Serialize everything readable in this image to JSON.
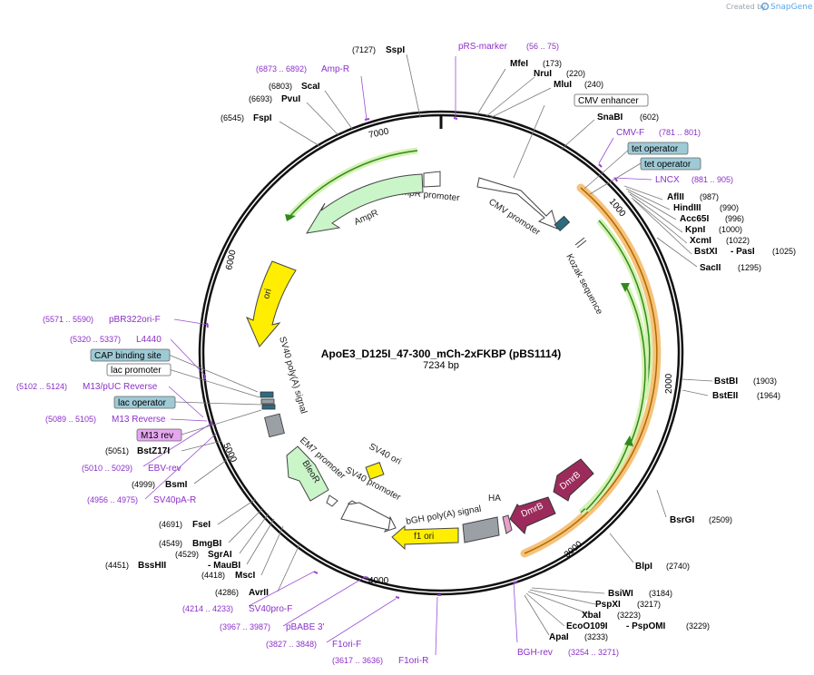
{
  "credit": {
    "prefix": "Created by",
    "brand": "SnapGene"
  },
  "plasmid": {
    "name": "ApoE3_D125I_47-300_mCh-2xFKBP (pBS1114)",
    "length": "7234 bp"
  },
  "ticks": [
    "1000",
    "2000",
    "3000",
    "4000",
    "5000",
    "6000",
    "7000"
  ],
  "features": {
    "ampr_promoter": "AmpR promoter",
    "ampr": "AmpR",
    "ori": "ori",
    "sv40_polya": "SV40 poly(A) signal",
    "em7": "EM7 promoter",
    "bleor": "BleoR",
    "sv40_promoter": "SV40 promoter",
    "sv40_ori": "SV40 ori",
    "bgh": "bGH poly(A) signal",
    "f1ori": "f1 ori",
    "ha": "HA",
    "dmrb1": "DmrB",
    "dmrb2": "DmrB",
    "cmv_promoter": "CMV promoter",
    "kozak": "Kozak sequence"
  },
  "enzymes": {
    "sspi": {
      "name": "SspI",
      "pos": "(7127)"
    },
    "scai": {
      "name": "ScaI",
      "pos": "(6803)"
    },
    "pvui": {
      "name": "PvuI",
      "pos": "(6693)"
    },
    "fspi": {
      "name": "FspI",
      "pos": "(6545)"
    },
    "mfei": {
      "name": "MfeI",
      "pos": "(173)"
    },
    "nrui": {
      "name": "NruI",
      "pos": "(220)"
    },
    "mlui": {
      "name": "MluI",
      "pos": "(240)"
    },
    "snabi": {
      "name": "SnaBI",
      "pos": "(602)"
    },
    "aflii": {
      "name": "AflII",
      "pos": "(987)"
    },
    "hindiii": {
      "name": "HindIII",
      "pos": "(990)"
    },
    "acc65i": {
      "name": "Acc65I",
      "pos": "(996)"
    },
    "kpni": {
      "name": "KpnI",
      "pos": "(1000)"
    },
    "xcmi": {
      "name": "XcmI",
      "pos": "(1022)"
    },
    "bstxi": {
      "name": "BstXI",
      "sep": "- PasI",
      "pos": "(1025)"
    },
    "sacii": {
      "name": "SacII",
      "pos": "(1295)"
    },
    "bstbi": {
      "name": "BstBI",
      "pos": "(1903)"
    },
    "bsteii": {
      "name": "BstEII",
      "pos": "(1964)"
    },
    "bsrgi": {
      "name": "BsrGI",
      "pos": "(2509)"
    },
    "blpi": {
      "name": "BlpI",
      "pos": "(2740)"
    },
    "bsiwi": {
      "name": "BsiWI",
      "pos": "(3184)"
    },
    "pspxi": {
      "name": "PspXI",
      "pos": "(3217)"
    },
    "xbai": {
      "name": "XbaI",
      "pos": "(3223)"
    },
    "eco0109i": {
      "name": "EcoO109I",
      "sep": "- PspOMI",
      "pos": "(3229)"
    },
    "apai": {
      "name": "ApaI",
      "pos": "(3233)"
    },
    "bstz17i": {
      "name": "BstZ17I",
      "pos": "(5051)"
    },
    "bsmi": {
      "name": "BsmI",
      "pos": "(4999)"
    },
    "fsei": {
      "name": "FseI",
      "pos": "(4691)"
    },
    "bmgbi": {
      "name": "BmgBI",
      "pos": "(4549)"
    },
    "sgrai": {
      "name": "SgrAI",
      "pos": "(4529)"
    },
    "bsshii": {
      "name": "BssHII",
      "sep": "- MauBI",
      "pos": "(4451)"
    },
    "msci": {
      "name": "MscI",
      "pos": "(4418)"
    },
    "avrii": {
      "name": "AvrII",
      "pos": "(4286)"
    }
  },
  "primers": {
    "prs": {
      "name": "pRS-marker",
      "pos": "(56 .. 75)"
    },
    "ampr": {
      "name": "Amp-R",
      "pos": "(6873 .. 6892)"
    },
    "cmvf": {
      "name": "CMV-F",
      "pos": "(781 .. 801)"
    },
    "lncx": {
      "name": "LNCX",
      "pos": "(881 .. 905)"
    },
    "pbr322": {
      "name": "pBR322ori-F",
      "pos": "(5571 .. 5590)"
    },
    "l4440": {
      "name": "L4440",
      "pos": "(5320 .. 5337)"
    },
    "m13puc": {
      "name": "M13/pUC Reverse",
      "pos": "(5102 .. 5124)"
    },
    "m13rev": {
      "name": "M13 Reverse",
      "pos": "(5089 .. 5105)"
    },
    "ebvrev": {
      "name": "EBV-rev",
      "pos": "(5010 .. 5029)"
    },
    "sv40pa": {
      "name": "SV40pA-R",
      "pos": "(4956 .. 4975)"
    },
    "sv40pro": {
      "name": "SV40pro-F",
      "pos": "(4214 .. 4233)"
    },
    "pbabe": {
      "name": "pBABE 3'",
      "pos": "(3967 .. 3987)"
    },
    "f1orif": {
      "name": "F1ori-F",
      "pos": "(3827 .. 3848)"
    },
    "f1orir": {
      "name": "F1ori-R",
      "pos": "(3617 .. 3636)"
    },
    "bghrev": {
      "name": "BGH-rev",
      "pos": "(3254 .. 3271)"
    }
  },
  "boxes": {
    "cmv_enhancer": "CMV enhancer",
    "tet_op1": "tet operator",
    "tet_op2": "tet operator",
    "cap": "CAP binding site",
    "lac_promoter": "lac promoter",
    "lac_operator": "lac operator",
    "m13_rev": "M13 rev"
  },
  "colors": {
    "ampr": "#c9f5c9",
    "ori": "#ffee00",
    "promoter": "#ffffff",
    "dmrb": "#9c2b5c",
    "orf_track": "#f6a623",
    "green_arrow": "#2f8a1a",
    "primer": "#9b3fd0",
    "misc_box": "#9ecad6",
    "m13_box": "#e6a6f0",
    "polyA": "#9aa0a6"
  }
}
